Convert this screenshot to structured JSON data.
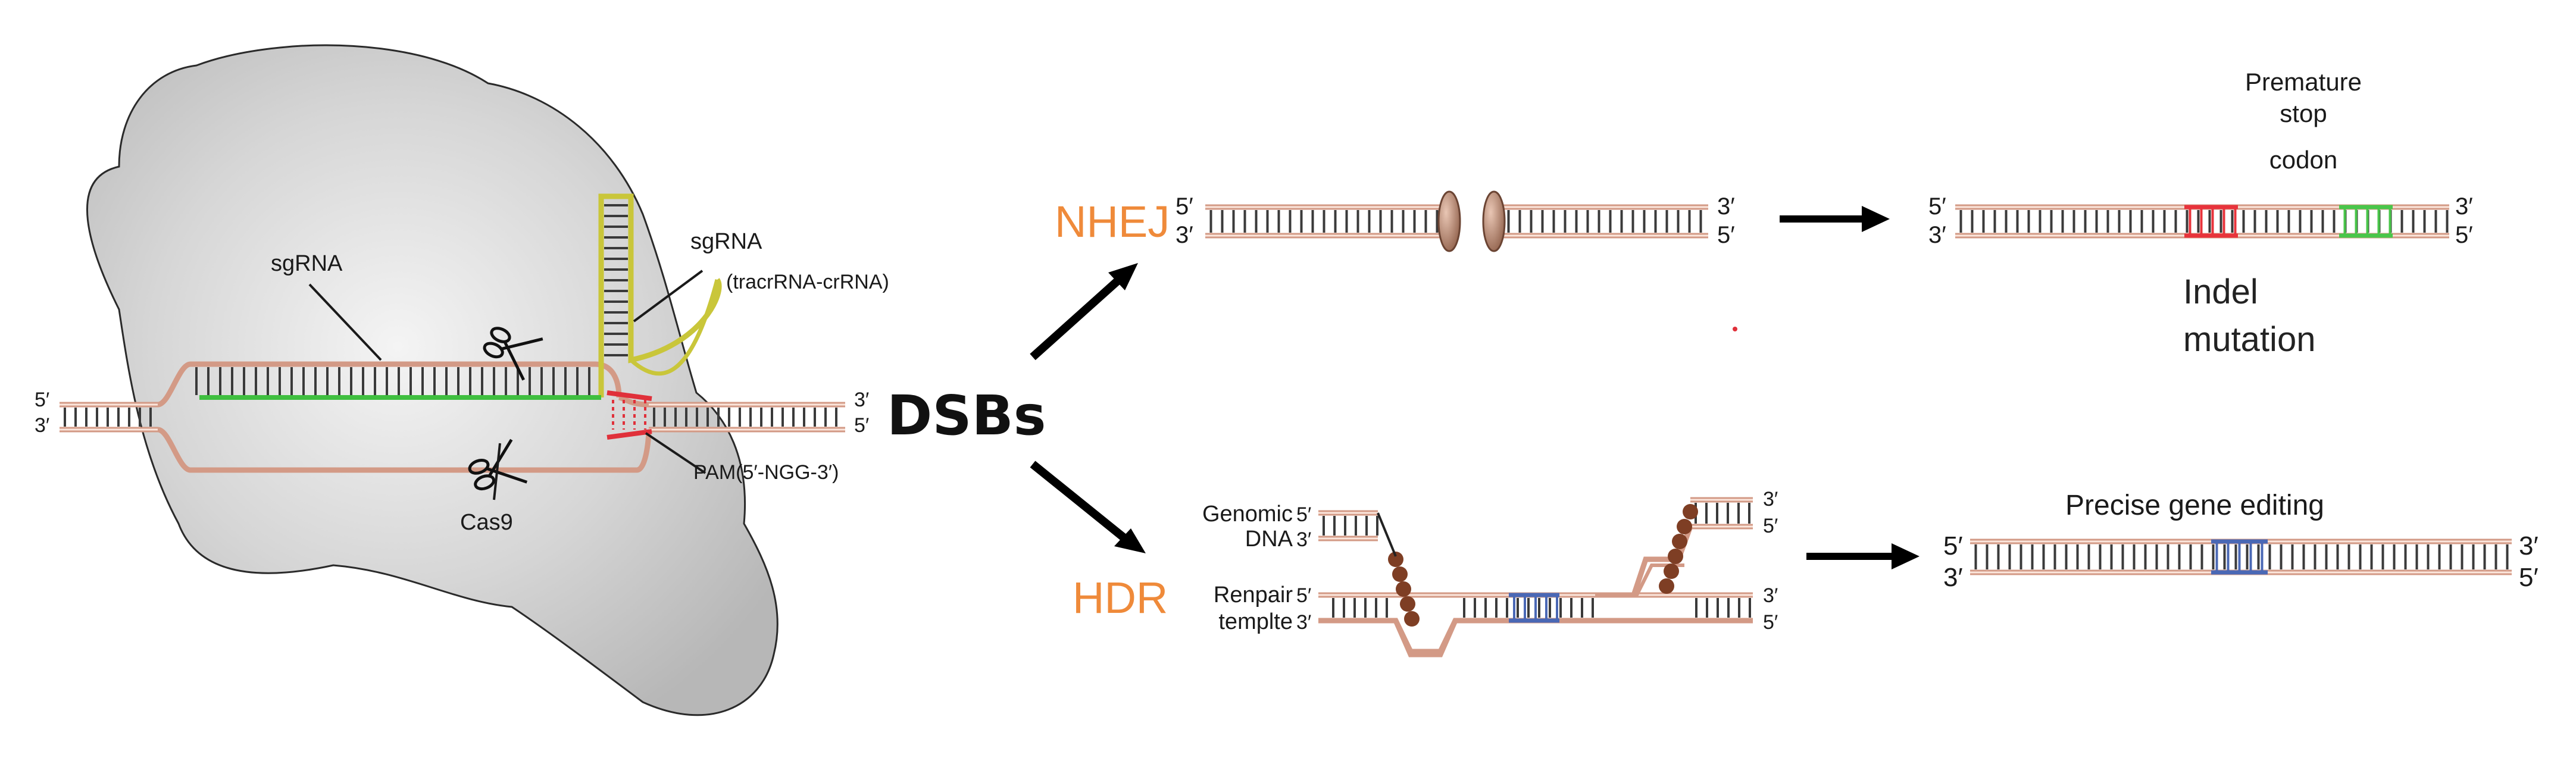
{
  "colors": {
    "strand": "#d39a86",
    "rung": "#3a3a3a",
    "cas9_fill": "#cfcfcf",
    "sgrna": "#c9c63a",
    "guide_green": "#3fbf3f",
    "pam_red": "#e0303a",
    "indel_red": "#e8333b",
    "stop_green": "#49c64a",
    "edit_blue": "#4a68b5",
    "nhej_hdr_label": "#ef8a3a",
    "ligase": "#a86c50"
  },
  "left_panel": {
    "labels": {
      "sgrna": "sgRNA",
      "sgrna_right": "sgRNA",
      "tracr": "(tracrRNA-crRNA)",
      "cas9": "Cas9",
      "pam": "PAM(5′-NGG-3′)",
      "five_prime": "5′",
      "three_prime": "3′"
    },
    "icons": [
      "scissors-icon",
      "scissors-icon"
    ]
  },
  "center": {
    "dsbs": "DSBs"
  },
  "nhej": {
    "label": "NHEJ",
    "five_prime": "5′",
    "three_prime": "3′",
    "result": {
      "premature_line1": "Premature",
      "premature_line2": "stop",
      "codon": "codon",
      "indel_line1": "Indel",
      "indel_line2": "mutation"
    }
  },
  "hdr": {
    "label": "HDR",
    "genomic_line1": "Genomic",
    "genomic_line2": "DNA",
    "repair_line1": "Renpair",
    "repair_line2": "templte",
    "five_prime": "5′",
    "three_prime": "3′",
    "result": {
      "precise": "Precise gene editing"
    }
  }
}
